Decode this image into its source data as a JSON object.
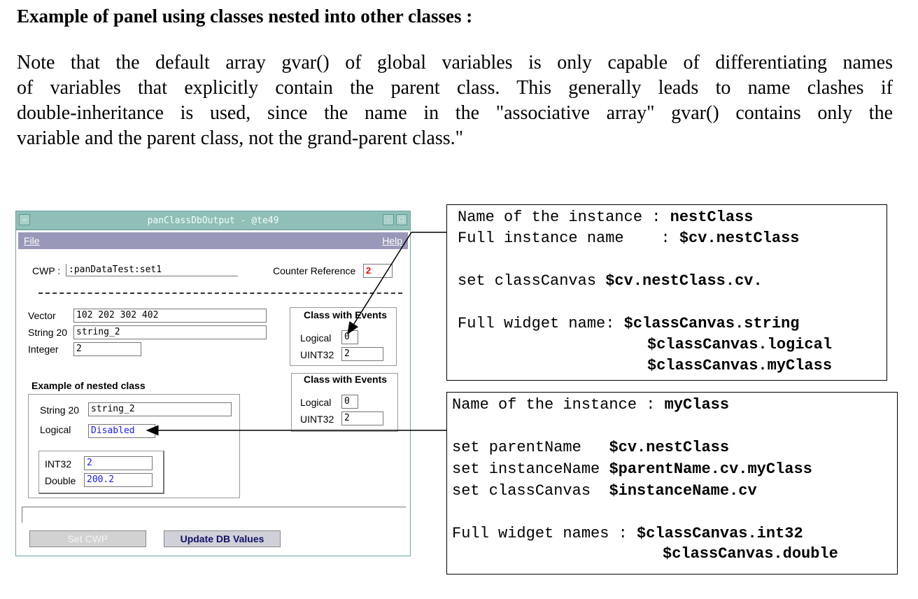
{
  "heading": "Example of  panel using classes nested into other classes :",
  "paragraph": [
    "Note that the default array gvar() of global variables is only capable of differentiating names",
    "of variables that explicitly contain the parent class. This generally leads to name clashes if",
    "double-inheritance is used, since the name in the \"associative array\" gvar() contains only the",
    "variable and the parent class, not the grand-parent class.\""
  ],
  "window": {
    "title": "panClassDbOutput - @te49",
    "menu": {
      "file": "File",
      "help": "Help"
    },
    "cwp_label": "CWP :",
    "cwp_value": ":panDataTest:set1",
    "counter_label": "Counter Reference",
    "counter_value": "2",
    "vector_label": "Vector",
    "vector_value": "102 202 302 402",
    "string20_label": "String 20",
    "string20_value": "string_2",
    "integer_label": "Integer",
    "integer_value": "2",
    "events1": {
      "title": "Class with Events",
      "logical_label": "Logical",
      "logical_value": "0",
      "uint32_label": "UINT32",
      "uint32_value": "2"
    },
    "events2": {
      "title": "Class with Events",
      "logical_label": "Logical",
      "logical_value": "0",
      "uint32_label": "UINT32",
      "uint32_value": "2"
    },
    "nested": {
      "title": "Example of nested class",
      "string20_label": "String 20",
      "string20_value": "string_2",
      "logical_label": "Logical",
      "logical_value": "Disabled",
      "int32_label": "INT32",
      "int32_value": "2",
      "double_label": "Double",
      "double_value": "200.2"
    },
    "set_cwp_button": "Set CWP",
    "update_button": "Update DB Values"
  },
  "codebox1": {
    "l1_pre": "Name of the instance : ",
    "l1_b": "nestClass",
    "l2_pre": "Full instance name    : ",
    "l2_b": "$cv.nestClass",
    "l3_pre": "set classCanvas ",
    "l3_b": "$cv.nestClass.cv.",
    "l4_pre": "Full widget name: ",
    "l4_b": "$classCanvas.string",
    "l5_b": "$classCanvas.logical",
    "l6_b": "$classCanvas.myClass"
  },
  "codebox2": {
    "l1_pre": "Name of the instance : ",
    "l1_b": "myClass",
    "l2_pre": "set parentName   ",
    "l2_b": "$cv.nestClass",
    "l3_pre": "set instanceName ",
    "l3_b": "$parentName.cv.myClass",
    "l4_pre": "set classCanvas  ",
    "l4_b": "$instanceName.cv",
    "l5_pre": "Full widget names : ",
    "l5_b": "$classCanvas.int32",
    "l6_b": "$classCanvas.double"
  }
}
